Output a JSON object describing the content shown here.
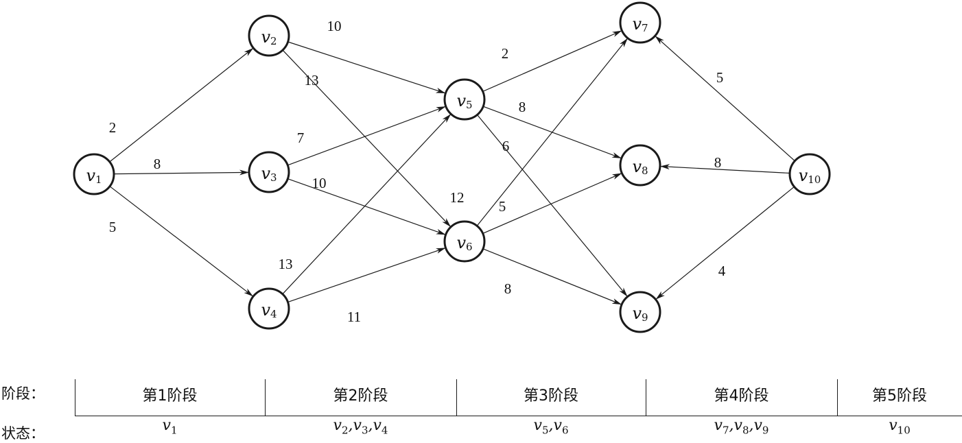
{
  "colors": {
    "ink": "#1a1a1a",
    "background": "#ffffff"
  },
  "nodes": [
    {
      "id": "v1",
      "base": "v",
      "sub": "1"
    },
    {
      "id": "v2",
      "base": "v",
      "sub": "2"
    },
    {
      "id": "v3",
      "base": "v",
      "sub": "3"
    },
    {
      "id": "v4",
      "base": "v",
      "sub": "4"
    },
    {
      "id": "v5",
      "base": "v",
      "sub": "5"
    },
    {
      "id": "v6",
      "base": "v",
      "sub": "6"
    },
    {
      "id": "v7",
      "base": "v",
      "sub": "7"
    },
    {
      "id": "v8",
      "base": "v",
      "sub": "8"
    },
    {
      "id": "v9",
      "base": "v",
      "sub": "9"
    },
    {
      "id": "v10",
      "base": "v",
      "sub": "10"
    }
  ],
  "edges": [
    {
      "from": "v1",
      "to": "v2",
      "weight": "2"
    },
    {
      "from": "v1",
      "to": "v3",
      "weight": "8"
    },
    {
      "from": "v1",
      "to": "v4",
      "weight": "5"
    },
    {
      "from": "v2",
      "to": "v5",
      "weight": "10"
    },
    {
      "from": "v2",
      "to": "v6",
      "weight": "13"
    },
    {
      "from": "v3",
      "to": "v5",
      "weight": "7"
    },
    {
      "from": "v3",
      "to": "v6",
      "weight": "10"
    },
    {
      "from": "v4",
      "to": "v5",
      "weight": "13"
    },
    {
      "from": "v4",
      "to": "v6",
      "weight": "11"
    },
    {
      "from": "v5",
      "to": "v7",
      "weight": "2"
    },
    {
      "from": "v5",
      "to": "v8",
      "weight": "8"
    },
    {
      "from": "v5",
      "to": "v9",
      "weight": "6"
    },
    {
      "from": "v6",
      "to": "v7",
      "weight": "12"
    },
    {
      "from": "v6",
      "to": "v8",
      "weight": "5"
    },
    {
      "from": "v6",
      "to": "v9",
      "weight": "8"
    },
    {
      "from": "v10",
      "to": "v7",
      "weight": "5"
    },
    {
      "from": "v10",
      "to": "v8",
      "weight": "8"
    },
    {
      "from": "v10",
      "to": "v9",
      "weight": "4"
    }
  ],
  "table": {
    "stage_header": "阶段：",
    "state_header": "状态：",
    "stages": [
      "第1阶段",
      "第2阶段",
      "第3阶段",
      "第4阶段",
      "第5阶段"
    ],
    "states": [
      [
        {
          "base": "v",
          "sub": "1"
        }
      ],
      [
        {
          "base": "v",
          "sub": "2"
        },
        {
          "base": "v",
          "sub": "3"
        },
        {
          "base": "v",
          "sub": "4"
        }
      ],
      [
        {
          "base": "v",
          "sub": "5"
        },
        {
          "base": "v",
          "sub": "6"
        }
      ],
      [
        {
          "base": "v",
          "sub": "7"
        },
        {
          "base": "v",
          "sub": "8"
        },
        {
          "base": "v",
          "sub": "9"
        }
      ],
      [
        {
          "base": "v",
          "sub": "10"
        }
      ]
    ]
  }
}
